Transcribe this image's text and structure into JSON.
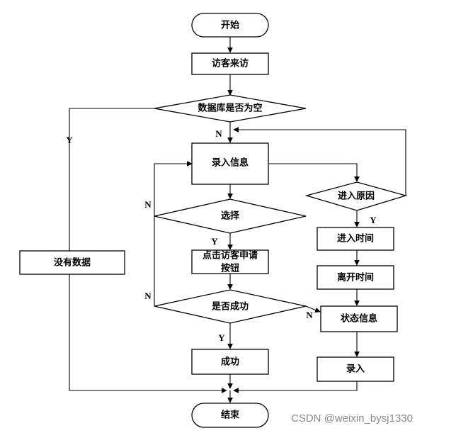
{
  "nodes": {
    "start": "开始",
    "visitor_arrives": "访客来访",
    "db_empty": "数据库是否为空",
    "enter_info": "录入信息",
    "select": "选择",
    "click_line1": "点击访客申请",
    "click_line2": "按钮",
    "is_success": "是否成功",
    "success": "成功",
    "no_data": "没有数据",
    "enter_reason": "进入原因",
    "enter_time": "进入时间",
    "leave_time": "离开时间",
    "status_info": "状态信息",
    "record": "录入",
    "end": "结束"
  },
  "branch_labels": {
    "db_empty_yes": "Y",
    "db_empty_no": "N",
    "select_no": "N",
    "select_yes": "Y",
    "success_no": "N",
    "success_yes": "Y",
    "reason_yes": "Y",
    "status_no": "N"
  },
  "watermark": "CSDN @weixin_bysj1330"
}
